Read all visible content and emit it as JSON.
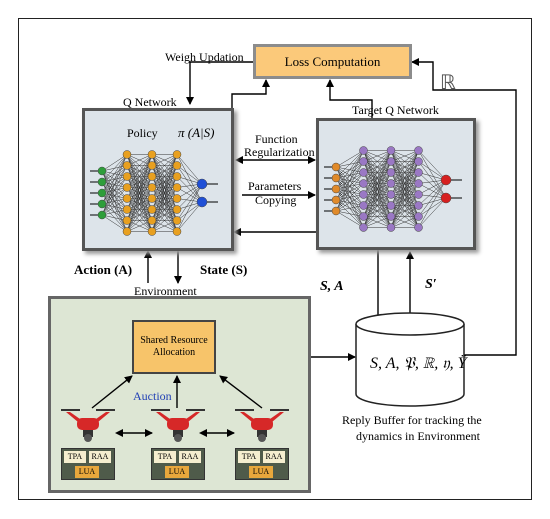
{
  "loss": {
    "label": "Loss Computation"
  },
  "labels": {
    "weigh_updation": "Weigh Updation",
    "reward_symbol": "ℝ",
    "q_network": "Q Network",
    "target_q_network": "Target Q Network",
    "policy": "Policy",
    "policy_formula": "π (A|S)",
    "function_reg_1": "Function",
    "function_reg_2": "Regularization",
    "parameters_1": "Parameters",
    "parameters_2": "Copying",
    "action": "Action (A)",
    "state": "State (S)",
    "environment": "Environment",
    "s_a": "S, A",
    "s_prime": "S′",
    "shared_1": "Shared Resource",
    "shared_2": "Allocation",
    "auction": "Auction",
    "buffer_tuple": "S, A, 𝔓, ℝ, 𝔶, Ÿ",
    "buffer_caption_1": "Reply Buffer for tracking the",
    "buffer_caption_2": "dynamics in Environment"
  },
  "uav_modules": {
    "tpa": "TPA",
    "raa": "RAA",
    "lua": "LUA"
  },
  "colors": {
    "loss_fill": "#fbc97a",
    "loss_border": "#8c8c8c",
    "network_bg": "#dde4ea",
    "env_bg": "#dde6d4",
    "shared_fill": "#f7c46a",
    "auction_text": "#1f3fb5",
    "drone_red": "#d62828",
    "module_fill": "#f5eecf",
    "lua_fill": "#e8a73c"
  }
}
